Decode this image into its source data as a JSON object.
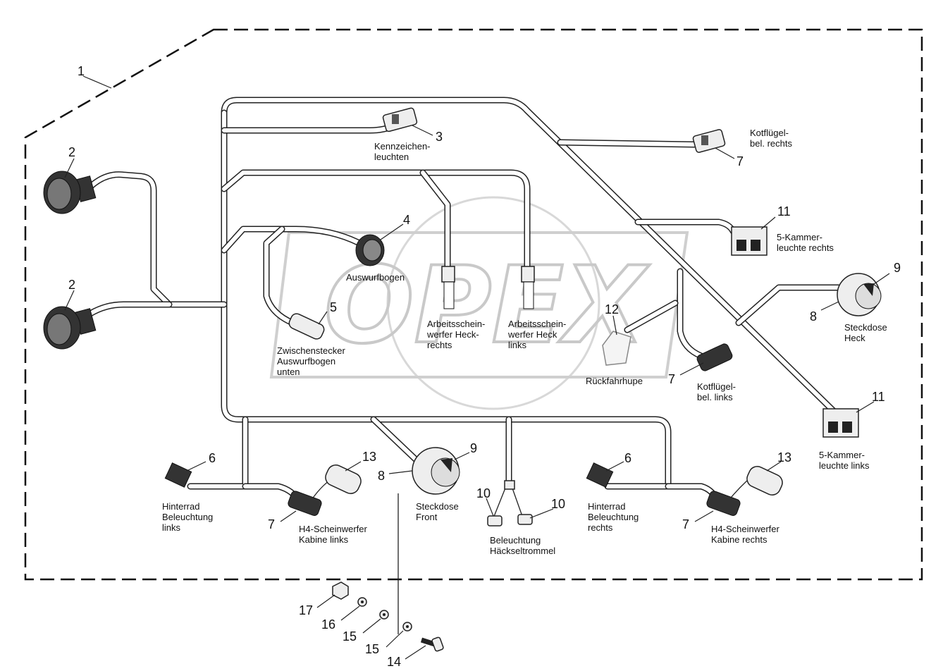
{
  "watermark": "OPEX",
  "callouts": {
    "c1": "1",
    "c2a": "2",
    "c2b": "2",
    "c3": "3",
    "c4": "4",
    "c5": "5",
    "c6a": "6",
    "c6b": "6",
    "c7a": "7",
    "c7b": "7",
    "c7c": "7",
    "c7d": "7",
    "c8a": "8",
    "c8b": "8",
    "c9a": "9",
    "c9b": "9",
    "c10a": "10",
    "c10b": "10",
    "c11a": "11",
    "c11b": "11",
    "c12": "12",
    "c13a": "13",
    "c13b": "13",
    "c14": "14",
    "c15a": "15",
    "c15b": "15",
    "c16": "16",
    "c17": "17"
  },
  "labels": {
    "kennzeichen_1": "Kennzeichen-",
    "kennzeichen_2": "leuchten",
    "kotfluegel_r_1": "Kotflügel-",
    "kotfluegel_r_2": "bel. rechts",
    "kammer_r_1": "5-Kammer-",
    "kammer_r_2": "leuchte rechts",
    "auswurfbogen": "Auswurfbogen",
    "arbeit_r_1": "Arbeitsschein-",
    "arbeit_r_2": "werfer Heck-",
    "arbeit_r_3": "rechts",
    "arbeit_l_1": "Arbeitsschein-",
    "arbeit_l_2": "werfer Heck",
    "arbeit_l_3": "links",
    "zwischen_1": "Zwischenstecker",
    "zwischen_2": "Auswurfbogen",
    "zwischen_3": "unten",
    "rueckfahrhupe": "Rückfahrhupe",
    "kotfluegel_l_1": "Kotflügel-",
    "kotfluegel_l_2": "bel. links",
    "steckdose_heck_1": "Steckdose",
    "steckdose_heck_2": "Heck",
    "kammer_l_1": "5-Kammer-",
    "kammer_l_2": "leuchte links",
    "hinterrad_l_1": "Hinterrad",
    "hinterrad_l_2": "Beleuchtung",
    "hinterrad_l_3": "links",
    "h4_l_1": "H4-Scheinwerfer",
    "h4_l_2": "Kabine links",
    "steckdose_front_1": "Steckdose",
    "steckdose_front_2": "Front",
    "beleuchtung_1": "Beleuchtung",
    "beleuchtung_2": "Häckseltrommel",
    "hinterrad_r_1": "Hinterrad",
    "hinterrad_r_2": "Beleuchtung",
    "hinterrad_r_3": "rechts",
    "h4_r_1": "H4-Scheinwerfer",
    "h4_r_2": "Kabine rechts"
  }
}
